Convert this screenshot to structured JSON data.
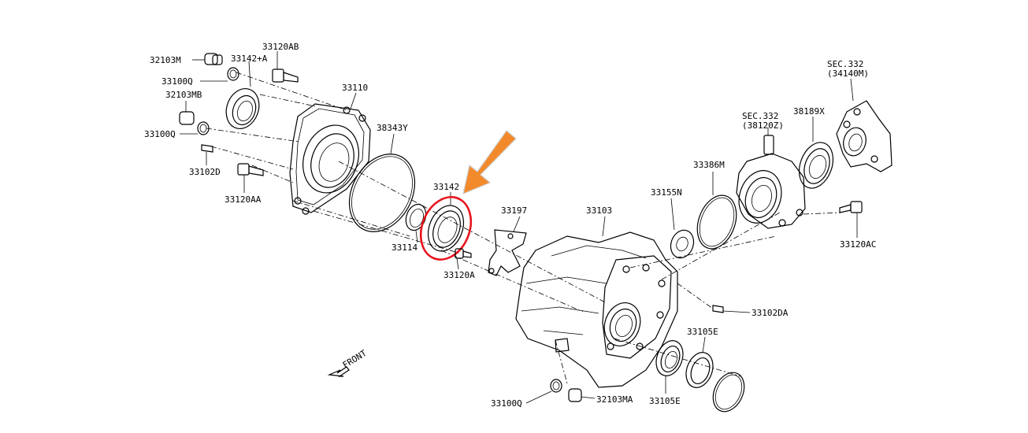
{
  "labels": {
    "p32103M": "32103M",
    "p33142A": "33142+A",
    "p33120AB": "33120AB",
    "p33100Q_1": "33100Q",
    "p32103MB": "32103MB",
    "p33100Q_2": "33100Q",
    "p33102D": "33102D",
    "p33120AA": "33120AA",
    "p33110": "33110",
    "p38343Y": "38343Y",
    "p33142": "33142",
    "p33114": "33114",
    "p33120A": "33120A",
    "p33197": "33197",
    "p33103": "33103",
    "p33155N": "33155N",
    "p33386M": "33386M",
    "sec332a": "SEC.332",
    "p38120Z": "(38120Z)",
    "p38189X": "38189X",
    "sec332b": "SEC.332",
    "p34140M": "(34140M)",
    "p33120AC": "33120AC",
    "p33102DA": "33102DA",
    "p33105E_1": "33105E",
    "p33105E_2": "33105E",
    "p33100Q_3": "33100Q",
    "p32103MA": "32103MA",
    "front": "FRONT"
  },
  "colors": {
    "highlight": "#e8141c",
    "arrow": "#f28a2c",
    "line": "#000000"
  },
  "icons": {
    "front_arrow": "front-arrow-icon",
    "pointer_arrow": "pointer-arrow-icon"
  }
}
